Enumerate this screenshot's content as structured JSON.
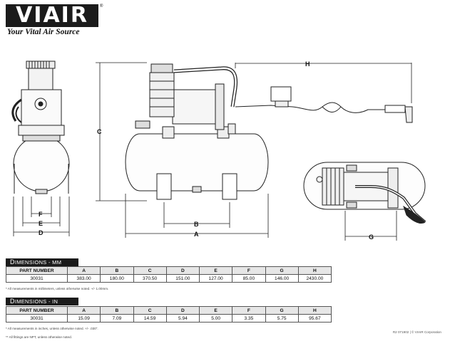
{
  "logo": {
    "word": "VIAIR",
    "registered": "®",
    "tagline": "Your Vital Air Source"
  },
  "dimension_labels": {
    "A": "A",
    "B": "B",
    "C": "C",
    "D": "D",
    "E": "E",
    "F": "F",
    "G": "G",
    "H": "H"
  },
  "tables": [
    {
      "title_first": "D",
      "title_rest": "IMENSIONS - MM",
      "columns": [
        "PART NUMBER",
        "A",
        "B",
        "C",
        "D",
        "E",
        "F",
        "G",
        "H"
      ],
      "row": [
        "30031",
        "383.00",
        "180.00",
        "370.50",
        "151.00",
        "127.00",
        "85.00",
        "146.00",
        "2430.00"
      ],
      "note": "* All measurements in millimeters, unless otherwise noted. +/- 1.00mm."
    },
    {
      "title_first": "D",
      "title_rest": "IMENSIONS - IN",
      "columns": [
        "PART NUMBER",
        "A",
        "B",
        "C",
        "D",
        "E",
        "F",
        "G",
        "H"
      ],
      "row": [
        "30031",
        "15.09",
        "7.09",
        "14.59",
        "5.94",
        "5.00",
        "3.35",
        "5.75",
        "95.67"
      ],
      "note": "* All measurements in inches, unless otherwise noted. +/- .030\"."
    }
  ],
  "thread_note": "** All fittings are NPT, unless otherwise noted.",
  "footer": "R2 071902  |  © VIAIR Corporation",
  "colors": {
    "dark": "#1b1b1b",
    "header_bg": "#e6e6e6",
    "line": "#222222"
  }
}
